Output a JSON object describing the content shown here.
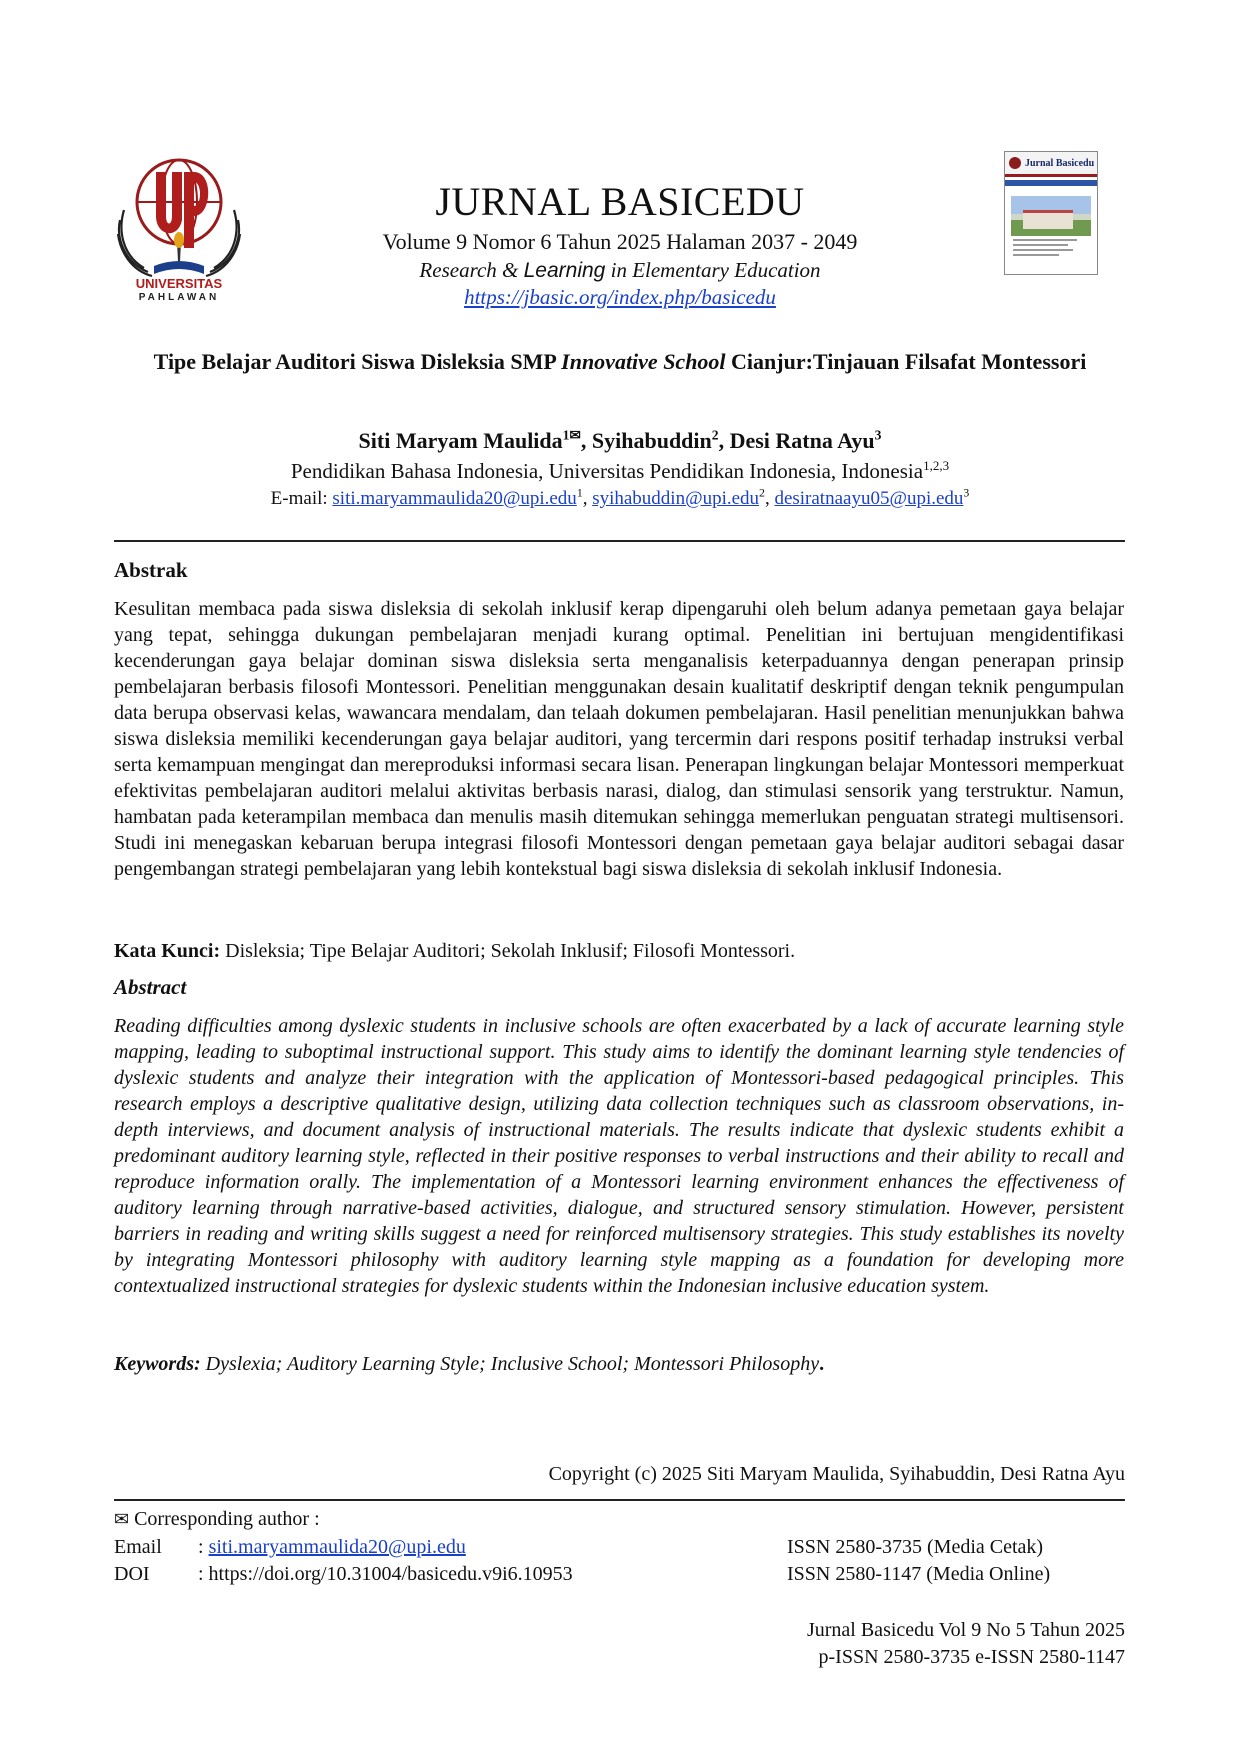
{
  "logo": {
    "text": "UNIVERSITAS",
    "subtext": "PAHLAWAN"
  },
  "cover": {
    "title": "Jurnal Basicedu"
  },
  "header": {
    "title": "JURNAL BASICEDU",
    "volume": "Volume 9 Nomor 6 Tahun 2025 Halaman 2037 - 2049",
    "subtitle_a": "Research & ",
    "subtitle_b": "Learning",
    "subtitle_c": " in Elementary Education",
    "url": "https://jbasic.org/index.php/basicedu"
  },
  "paper": {
    "title_part1": "Tipe Belajar Auditori Siswa Disleksia SMP ",
    "title_italic": "Innovative School",
    "title_part2": " Cianjur:Tinjauan  Filsafat Montessori"
  },
  "authors": {
    "a1": "Siti Maryam Maulida",
    "a1_sup": "1✉",
    "a2": "Syihabuddin",
    "a2_sup": "2",
    "a3": "Desi Ratna Ayu",
    "a3_sup": "3",
    "sep": ", "
  },
  "affiliation": {
    "text": "Pendidikan Bahasa Indonesia, Universitas Pendidikan Indonesia, Indonesia",
    "sup": "1,2,3"
  },
  "emails": {
    "label": "E-mail: ",
    "e1": "siti.maryammaulida20@upi.edu",
    "s1": "1",
    "e2": "syihabuddin@upi.edu",
    "s2": "2",
    "e3": "desiratnaayu05@upi.edu",
    "s3": "3",
    "sep": ", "
  },
  "abstrak": {
    "heading": "Abstrak",
    "text": "Kesulitan membaca pada siswa disleksia di sekolah inklusif kerap dipengaruhi oleh belum adanya pemetaan gaya belajar yang tepat, sehingga dukungan pembelajaran menjadi kurang optimal. Penelitian ini bertujuan mengidentifikasi kecenderungan gaya belajar dominan siswa disleksia serta menganalisis keterpaduannya dengan penerapan prinsip pembelajaran berbasis filosofi Montessori. Penelitian menggunakan desain kualitatif deskriptif dengan teknik pengumpulan data berupa observasi kelas, wawancara mendalam, dan telaah dokumen pembelajaran. Hasil penelitian menunjukkan bahwa siswa disleksia memiliki kecenderungan gaya belajar auditori, yang tercermin dari respons positif terhadap instruksi verbal serta kemampuan mengingat dan mereproduksi informasi secara lisan. Penerapan lingkungan belajar Montessori memperkuat efektivitas pembelajaran auditori melalui aktivitas berbasis narasi, dialog, dan stimulasi sensorik yang terstruktur. Namun, hambatan pada keterampilan membaca dan menulis masih ditemukan sehingga memerlukan penguatan strategi multisensori. Studi ini menegaskan kebaruan berupa integrasi filosofi Montessori dengan pemetaan gaya belajar auditori sebagai dasar pengembangan strategi pembelajaran yang lebih kontekstual bagi siswa disleksia di sekolah inklusif Indonesia.",
    "keywords_label": "Kata Kunci:",
    "keywords": " Disleksia; Tipe Belajar Auditori; Sekolah Inklusif; Filosofi Montessori."
  },
  "abstract": {
    "heading": "Abstract",
    "text": "Reading difficulties among dyslexic students in inclusive schools are often exacerbated by a lack of accurate learning style mapping, leading to suboptimal instructional support. This study aims to identify the dominant learning style tendencies of dyslexic students and analyze their integration with the application of Montessori-based pedagogical principles. This research employs a descriptive qualitative design, utilizing data collection techniques such as classroom observations, in-depth interviews, and document analysis of instructional materials. The results indicate that dyslexic students exhibit a predominant auditory learning style, reflected in their positive responses to verbal instructions and their ability to recall and reproduce information orally. The implementation of a Montessori learning environment enhances the effectiveness of auditory learning through narrative-based activities, dialogue, and structured sensory stimulation. However, persistent barriers in reading and writing skills suggest a need for reinforced multisensory strategies. This study establishes its novelty by integrating Montessori philosophy with auditory learning style mapping as a foundation for developing more contextualized instructional strategies for dyslexic students within the Indonesian inclusive education system.",
    "keywords_label": "Keywords:",
    "keywords": " Dyslexia; Auditory Learning Style; Inclusive School; Montessori Philosophy",
    "keywords_end": "."
  },
  "copyright": "Copyright (c) 2025 Siti Maryam Maulida, Syihabuddin, Desi Ratna Ayu",
  "footer": {
    "corresponding": " Corresponding author :",
    "email_label": "Email",
    "email_sep": ": ",
    "email": "siti.maryammaulida20@upi.edu",
    "doi_label": "DOI",
    "doi_value": ": https://doi.org/10.31004/basicedu.v9i6.10953",
    "issn_print": "ISSN 2580-3735 (Media Cetak)",
    "issn_online": "ISSN 2580-1147 (Media Online)",
    "journal_line": "Jurnal Basicedu Vol 9 No 5 Tahun 2025",
    "issn_line": "p-ISSN 2580-3735 e-ISSN 2580-1147"
  }
}
